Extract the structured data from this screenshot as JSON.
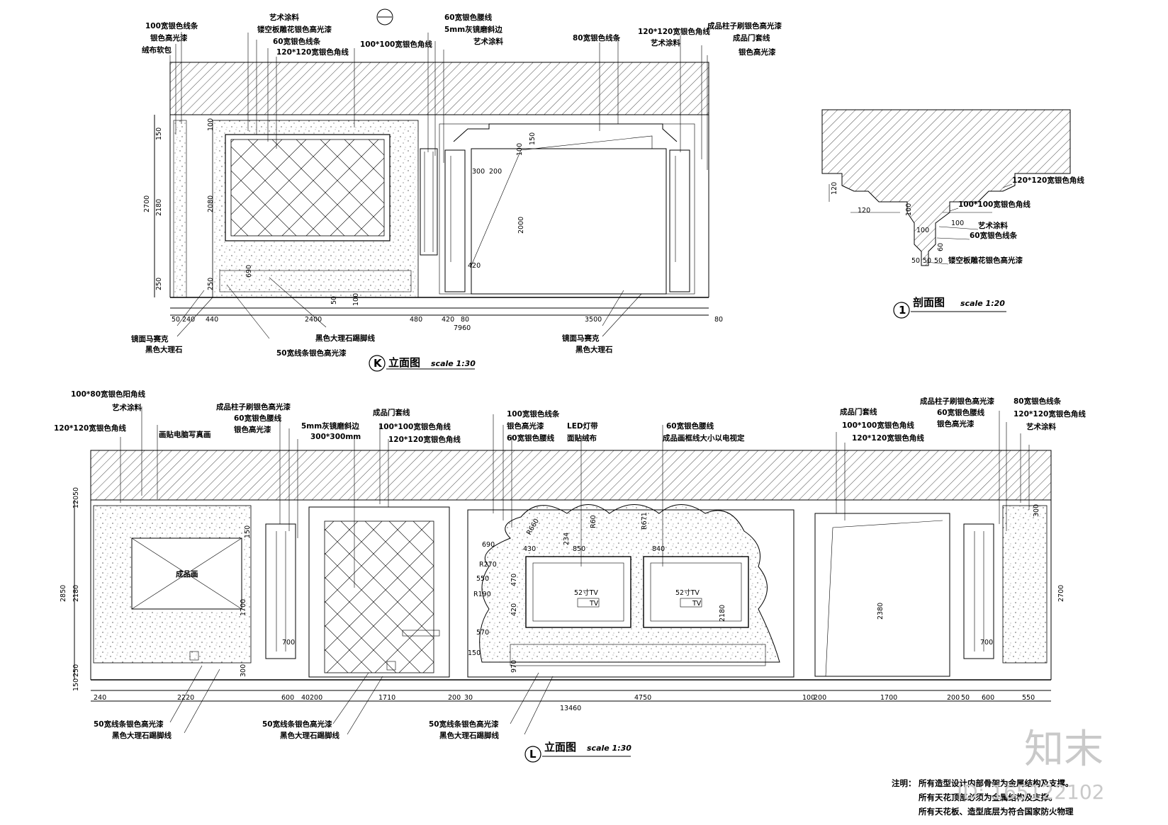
{
  "elevationK": {
    "labels": [
      "100宽银色线条",
      "银色高光漆",
      "绒布软包",
      "艺术涂料",
      "镂空板雕花银色高光漆",
      "60宽银色线条",
      "120*120宽银色角线",
      "100*100宽银色角线",
      "60宽银色腰线",
      "5mm灰镜磨斜边",
      "艺术涂料",
      "80宽银色线条",
      "120*120宽银色角线",
      "艺术涂料",
      "成品柱子刷银色高光漆",
      "成品门套线",
      "银色高光漆"
    ],
    "bottomLabels": [
      "镜面马赛克",
      "黑色大理石",
      "黑色大理石踢脚线",
      "50宽线条银色高光漆",
      "镜面马赛克",
      "黑色大理石"
    ],
    "dims": [
      "50",
      "240",
      "440",
      "2400",
      "480",
      "420",
      "80",
      "3500",
      "80",
      "7960"
    ],
    "vdims": [
      "150",
      "250",
      "2700",
      "2180",
      "2080",
      "100",
      "250",
      "690",
      "50",
      "100",
      "150",
      "2000",
      "300",
      "200",
      "100",
      "420"
    ],
    "title": "K",
    "titleText": "立面图",
    "scale": "scale 1:30"
  },
  "section": {
    "labels": [
      "120*120宽银色角线",
      "100*100宽银色角线",
      "艺术涂料",
      "60宽银色线条",
      "镂空板雕花银色高光漆"
    ],
    "dims": [
      "120",
      "120",
      "100",
      "100",
      "100",
      "60",
      "50",
      "50",
      "50"
    ],
    "title": "1",
    "titleText": "剖面图",
    "scale": "scale 1:20"
  },
  "elevationL": {
    "labels": [
      "100*80宽银色阳角线",
      "艺术涂料",
      "120*120宽银色角线",
      "画贴电脑写真画",
      "成品柱子刷银色高光漆",
      "60宽银色腰线",
      "银色高光漆",
      "5mm灰镜磨斜边",
      "300*300mm",
      "成品门套线",
      "100*100宽银色角线",
      "120*120宽银色角线",
      "100宽银色线条",
      "银色高光漆",
      "60宽银色腰线",
      "LED灯带",
      "面贴绒布",
      "60宽银色腰线",
      "成品画框线大小以电视定",
      "成品门套线",
      "100*100宽银色角线",
      "120*120宽银色角线",
      "成品柱子刷银色高光漆",
      "60宽银色腰线",
      "银色高光漆",
      "80宽银色线条",
      "120*120宽银色角线",
      "艺术涂料"
    ],
    "innerLabels": [
      "成品画",
      "52寸TV",
      "52寸TV",
      "TV",
      "TV"
    ],
    "bottomLabels": [
      "50宽线条银色高光漆",
      "黑色大理石踢脚线",
      "50宽线条银色高光漆",
      "黑色大理石踢脚线",
      "50宽线条银色高光漆",
      "黑色大理石踢脚线"
    ],
    "dims": [
      "240",
      "2220",
      "600",
      "40",
      "200",
      "1710",
      "200",
      "30",
      "4750",
      "100",
      "200",
      "1700",
      "200",
      "50",
      "600",
      "550",
      "13460"
    ],
    "vdims": [
      "120",
      "50",
      "150",
      "2850",
      "2180",
      "250",
      "150",
      "300",
      "1700",
      "700",
      "2700",
      "2380",
      "2180",
      "300",
      "690",
      "430",
      "850",
      "840",
      "234",
      "R270",
      "550",
      "470",
      "R190",
      "420",
      "570",
      "150",
      "970",
      "700",
      "R660",
      "R60",
      "R671"
    ],
    "title": "L",
    "titleText": "立面图",
    "scale": "scale 1:30"
  },
  "notes": {
    "head": "注明：",
    "lines": [
      "所有造型设计内部骨架为金属结构及支撑。",
      "所有天花顶部必须为金属结构及支撑。",
      "所有天花板、造型底层为符合国家防火物理"
    ]
  },
  "watermark": {
    "brand": "知末",
    "id": "ID: 165122102"
  }
}
